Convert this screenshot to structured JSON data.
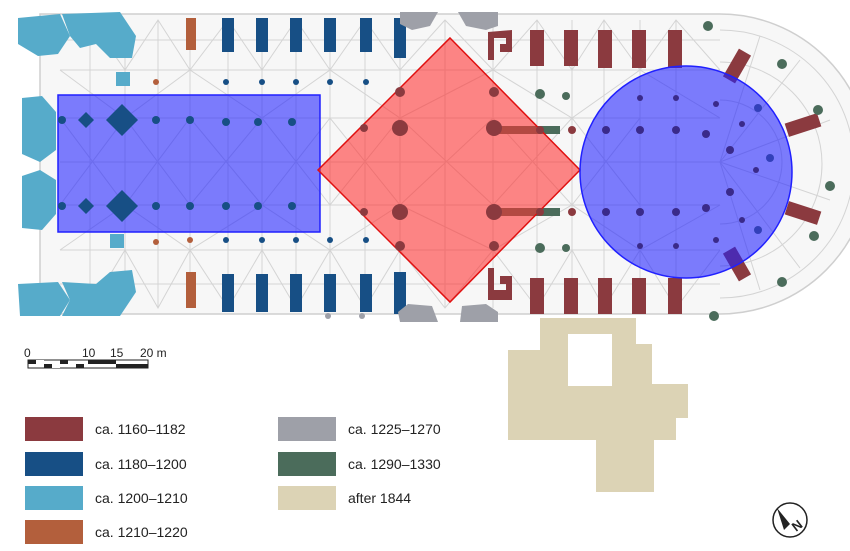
{
  "legend": {
    "items": [
      {
        "label": "ca. 1160–1182",
        "color": "#8b3a3f"
      },
      {
        "label": "ca. 1180–1200",
        "color": "#174f85"
      },
      {
        "label": "ca. 1200–1210",
        "color": "#56abca"
      },
      {
        "label": "ca. 1210–1220",
        "color": "#b35f3c"
      },
      {
        "label": "ca. 1225–1270",
        "color": "#9ea0a8"
      },
      {
        "label": "ca. 1290–1330",
        "color": "#4b6c5b"
      },
      {
        "label": "after 1844",
        "color": "#dcd3b5"
      }
    ]
  },
  "scale": {
    "ticks": [
      "0",
      "10",
      "15",
      "20 m"
    ]
  },
  "north": {
    "letter": "N",
    "icon": "north-arrow-icon"
  },
  "overlays": {
    "rectangle_color": "#2020ff",
    "diamond_color": "#ff3030",
    "circle_color": "#2020ff"
  }
}
